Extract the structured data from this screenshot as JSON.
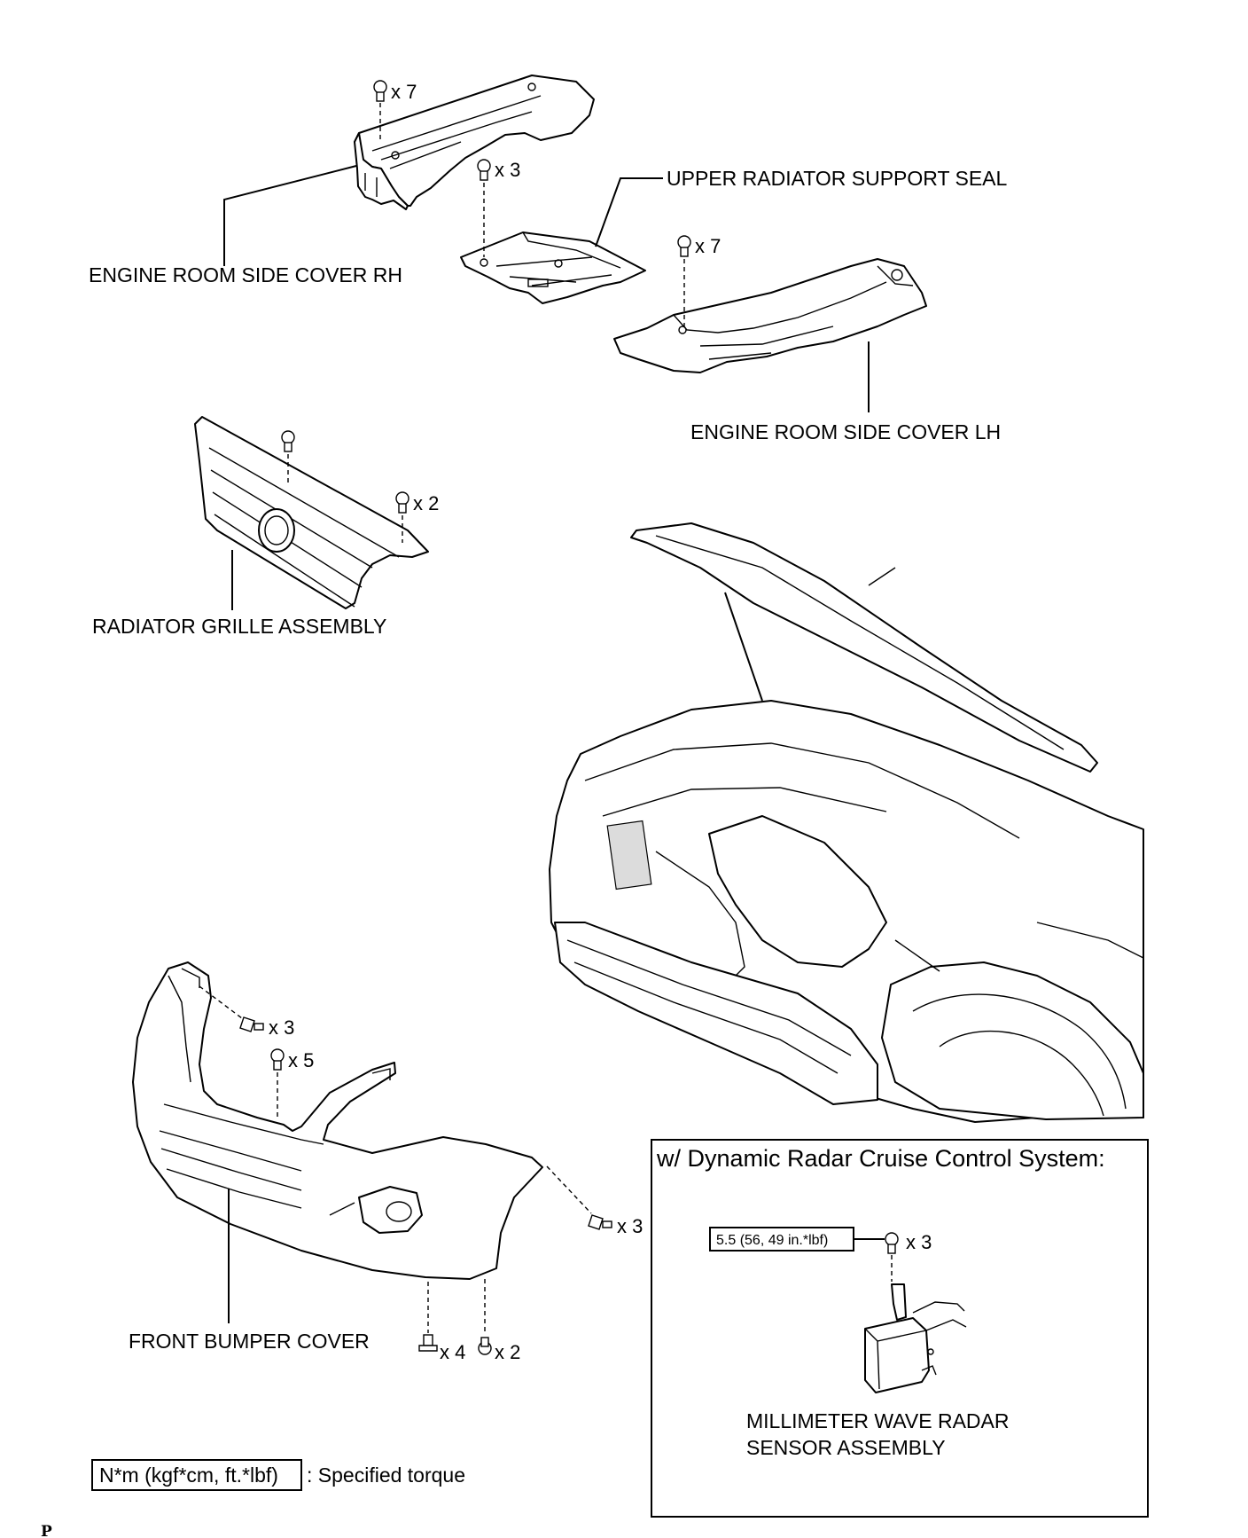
{
  "labels": {
    "engine_room_side_cover_rh": "ENGINE ROOM SIDE COVER RH",
    "upper_radiator_support_seal": "UPPER RADIATOR SUPPORT SEAL",
    "engine_room_side_cover_lh": "ENGINE ROOM SIDE COVER LH",
    "radiator_grille_assembly": "RADIATOR GRILLE ASSEMBLY",
    "front_bumper_cover": "FRONT BUMPER COVER",
    "millimeter_wave_radar_line1": "MILLIMETER WAVE RADAR",
    "millimeter_wave_radar_line2": "SENSOR ASSEMBLY"
  },
  "quantities": {
    "rh_cover_clips": "x 7",
    "seal_clips": "x 3",
    "lh_cover_clips": "x 7",
    "grille_clips": "x 2",
    "bumper_side_screws": "x 3",
    "bumper_top_clips": "x 5",
    "bumper_right_screws": "x 3",
    "bumper_bottom_bolts": "x 4",
    "bumper_bottom_clips": "x 2",
    "radar_bolts": "x 3"
  },
  "inset": {
    "title": "w/ Dynamic Radar Cruise Control System:",
    "torque_value": "5.5 (56, 49 in.*lbf)"
  },
  "legend": {
    "box_text": "N*m (kgf*cm, ft.*lbf)",
    "description": ": Specified torque"
  },
  "corner_mark": "P"
}
